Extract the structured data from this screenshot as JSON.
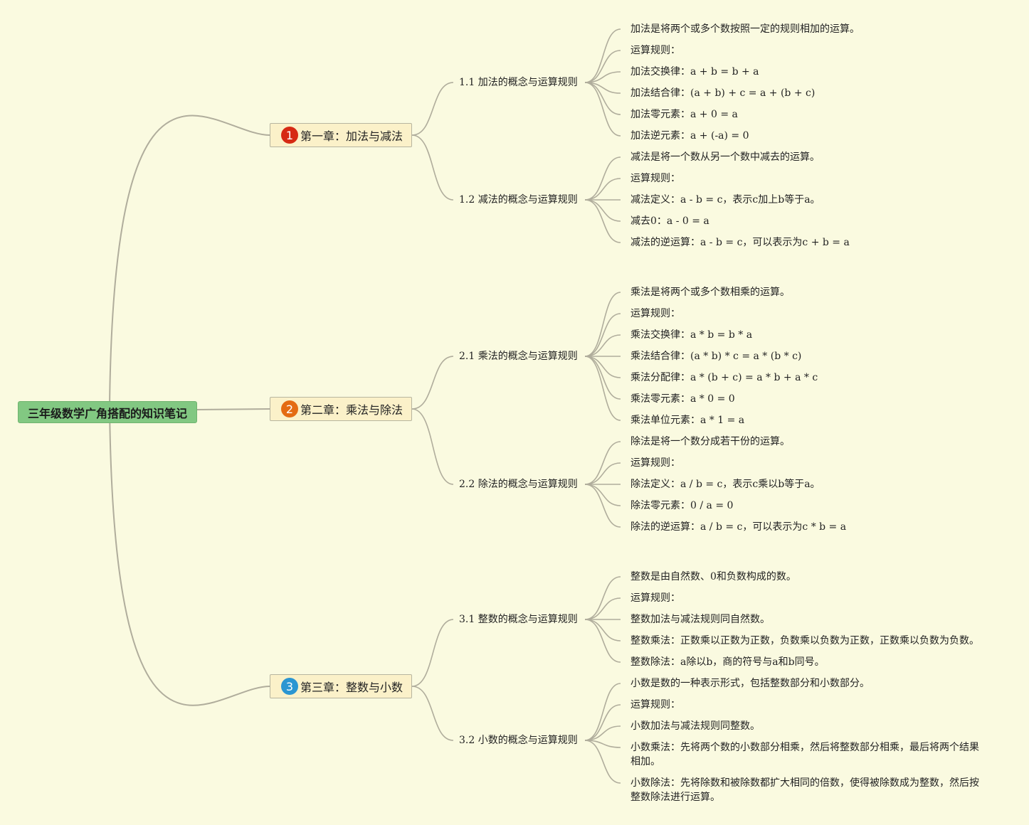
{
  "root": {
    "title": "三年级数学广角搭配的知识笔记"
  },
  "colors": {
    "link": "#b0ad9c",
    "root_bg": "#82c882",
    "chapter_bg": "#fbf1c9"
  },
  "chapters": [
    {
      "number": "1",
      "badge_color": "#d62a14",
      "title": "第一章：加法与减法",
      "sections": [
        {
          "title": "1.1 加法的概念与运算规则",
          "items": [
            "加法是将两个或多个数按照一定的规则相加的运算。",
            "运算规则：",
            "加法交换律：a + b = b + a",
            "加法结合律：(a + b) + c = a + (b + c)",
            "加法零元素：a + 0 = a",
            "加法逆元素：a + (-a) = 0"
          ]
        },
        {
          "title": "1.2 减法的概念与运算规则",
          "items": [
            "减法是将一个数从另一个数中减去的运算。",
            "运算规则：",
            "减法定义：a - b = c，表示c加上b等于a。",
            "减去0：a - 0 = a",
            "减法的逆运算：a - b = c，可以表示为c + b = a"
          ]
        }
      ]
    },
    {
      "number": "2",
      "badge_color": "#e46b12",
      "title": "第二章：乘法与除法",
      "sections": [
        {
          "title": "2.1 乘法的概念与运算规则",
          "items": [
            "乘法是将两个或多个数相乘的运算。",
            "运算规则：",
            "乘法交换律：a * b = b * a",
            "乘法结合律：(a * b) * c = a * (b * c)",
            "乘法分配律：a * (b + c) = a * b + a * c",
            "乘法零元素：a * 0 = 0",
            "乘法单位元素：a * 1 = a"
          ]
        },
        {
          "title": "2.2 除法的概念与运算规则",
          "items": [
            "除法是将一个数分成若干份的运算。",
            "运算规则：",
            "除法定义：a / b = c，表示c乘以b等于a。",
            "除法零元素：0 / a = 0",
            "除法的逆运算：a / b = c，可以表示为c * b = a"
          ]
        }
      ]
    },
    {
      "number": "3",
      "badge_color": "#2b96d2",
      "title": "第三章：整数与小数",
      "sections": [
        {
          "title": "3.1 整数的概念与运算规则",
          "items": [
            "整数是由自然数、0和负数构成的数。",
            "运算规则：",
            "整数加法与减法规则同自然数。",
            "整数乘法：正数乘以正数为正数，负数乘以负数为正数，正数乘以负数为负数。",
            "整数除法：a除以b，商的符号与a和b同号。"
          ]
        },
        {
          "title": "3.2 小数的概念与运算规则",
          "items": [
            "小数是数的一种表示形式，包括整数部分和小数部分。",
            "运算规则：",
            "小数加法与减法规则同整数。",
            "小数乘法：先将两个数的小数部分相乘，然后将整数部分相乘，最后将两个结果相加。",
            "小数除法：先将除数和被除数都扩大相同的倍数，使得被除数成为整数，然后按整数除法进行运算。"
          ]
        }
      ]
    }
  ]
}
